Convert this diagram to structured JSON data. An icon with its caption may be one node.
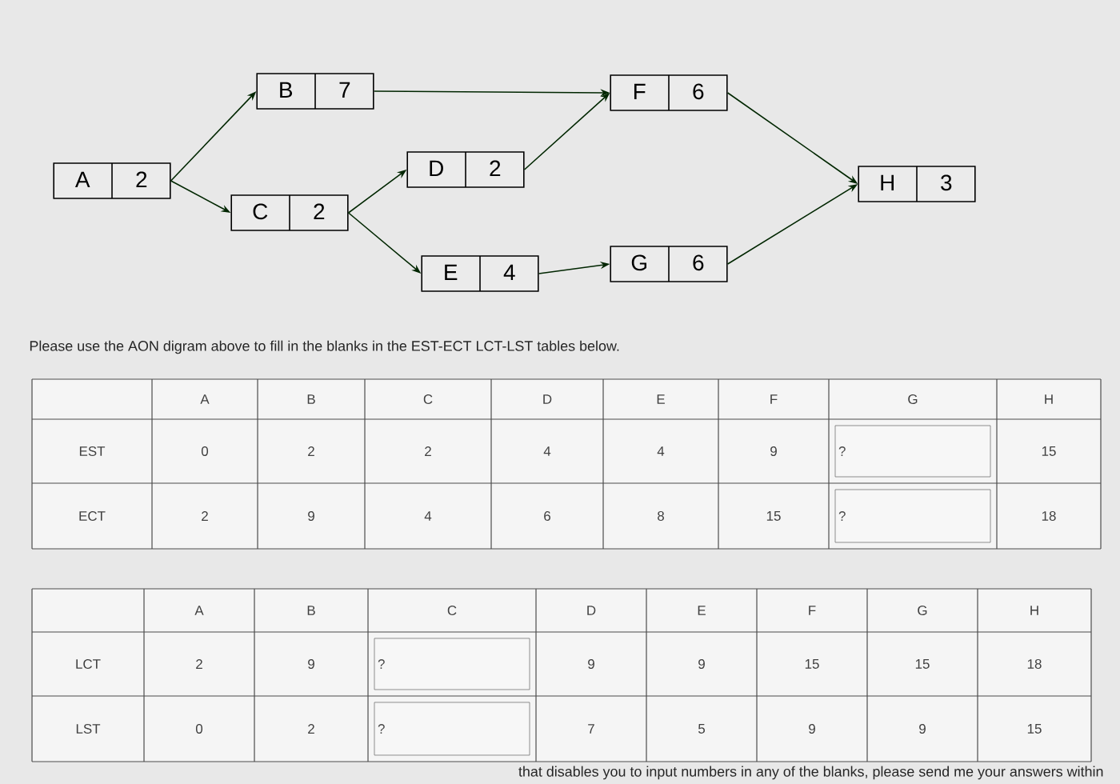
{
  "diagram": {
    "nodes": [
      {
        "text": [
          "A",
          "2"
        ]
      },
      {
        "text": [
          "B",
          "7"
        ]
      },
      {
        "text": [
          "C",
          "2"
        ]
      },
      {
        "text": [
          "D",
          "2"
        ]
      },
      {
        "text": [
          "E",
          "4"
        ]
      },
      {
        "text": [
          "F",
          "6"
        ]
      },
      {
        "text": [
          "G",
          "6"
        ]
      },
      {
        "text": [
          "H",
          "3"
        ]
      }
    ],
    "edges": [
      {
        "from": 0,
        "to": 1,
        "arrow": "to"
      },
      {
        "from": 0,
        "to": 2,
        "arrow": "to"
      },
      {
        "from": 1,
        "to": 5,
        "arrow": "to"
      },
      {
        "from": 2,
        "to": 3,
        "arrow": "to"
      },
      {
        "from": 2,
        "to": 4,
        "arrow": "to"
      },
      {
        "from": 3,
        "to": 5,
        "arrow": "to"
      },
      {
        "from": 4,
        "to": 6,
        "arrow": "to"
      },
      {
        "from": 5,
        "to": 7,
        "arrow": "to"
      },
      {
        "from": 6,
        "to": 7,
        "arrow": "to"
      }
    ],
    "labels": [
      "Please use the AON digram above to fill in the blanks in the EST-ECT LCT-LST tables below.",
      "A",
      "B",
      "C",
      "D",
      "E",
      "F",
      "G",
      "H",
      "EST",
      "0",
      "2",
      "2",
      "4",
      "4",
      "9",
      "?",
      "15",
      "ECT",
      "2",
      "9",
      "4",
      "6",
      "8",
      "15",
      "?",
      "18",
      "A",
      "B",
      "C",
      "D",
      "E",
      "F",
      "G",
      "H",
      "LCT",
      "2",
      "9",
      "?",
      "9",
      "9",
      "15",
      "15",
      "18",
      "LST",
      "0",
      "2",
      "?",
      "7",
      "5",
      "9",
      "9",
      "15",
      "that disables you to input numbers in any of the blanks, please send me your answers within"
    ]
  }
}
